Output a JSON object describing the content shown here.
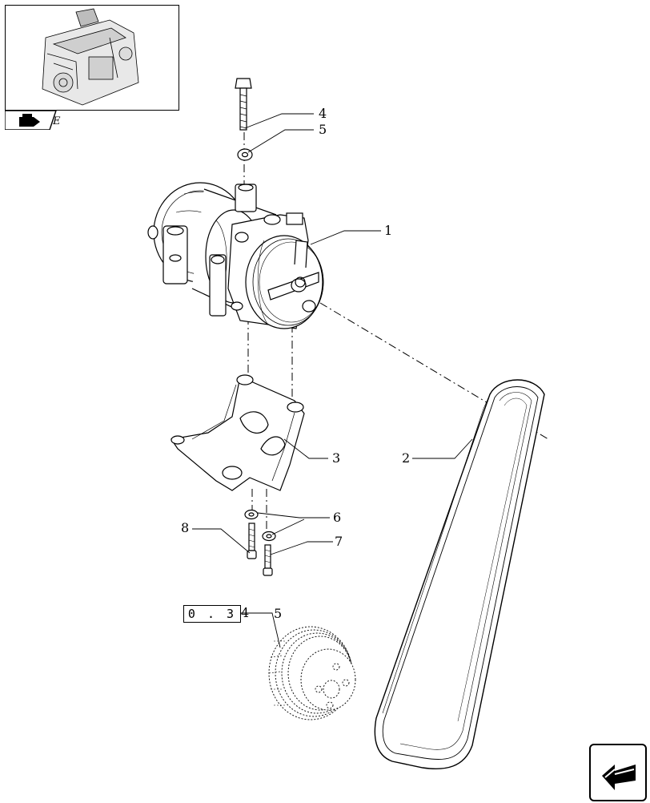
{
  "thumbnail": {
    "label": "engine-overview",
    "tab_letter": "E"
  },
  "reference": {
    "text": "0 . 3",
    "sheet": "4",
    "item": "5"
  },
  "callouts": [
    {
      "id": "1",
      "text": "1"
    },
    {
      "id": "2",
      "text": "2"
    },
    {
      "id": "3",
      "text": "3"
    },
    {
      "id": "4",
      "text": "4"
    },
    {
      "id": "5",
      "text": "5"
    },
    {
      "id": "6",
      "text": "6"
    },
    {
      "id": "7",
      "text": "7"
    },
    {
      "id": "8",
      "text": "8"
    }
  ],
  "icons": {
    "thumbnail_tab": "book-arrow-icon",
    "nav": "arrow-left-icon"
  }
}
